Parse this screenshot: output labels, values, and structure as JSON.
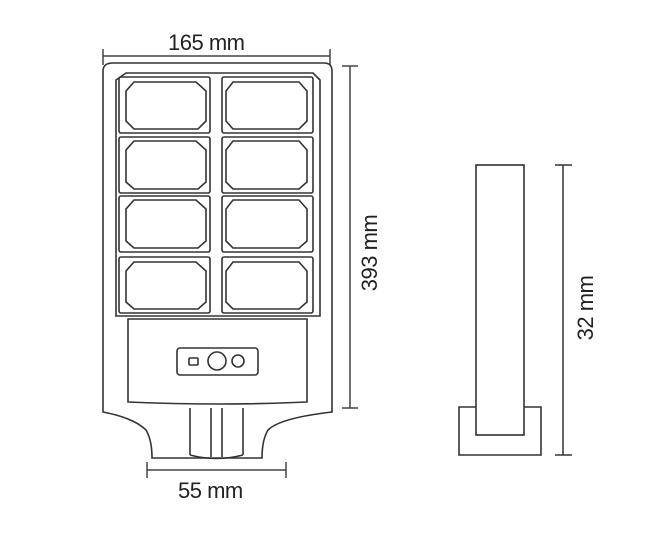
{
  "diagram": {
    "subject": "solar street light dimension drawing",
    "views": [
      "front-view",
      "side-view"
    ],
    "dimensions": {
      "width": "165 mm",
      "height": "393 mm",
      "bracket_width": "55 mm",
      "depth": "32 mm"
    },
    "led_modules": {
      "rows": 4,
      "columns": 2
    },
    "sensor_panel": [
      "light-sensor",
      "camera-lens",
      "motion-sensor"
    ],
    "colors": {
      "stroke": "#333333",
      "dim_line": "#444444",
      "text": "#222222"
    }
  }
}
